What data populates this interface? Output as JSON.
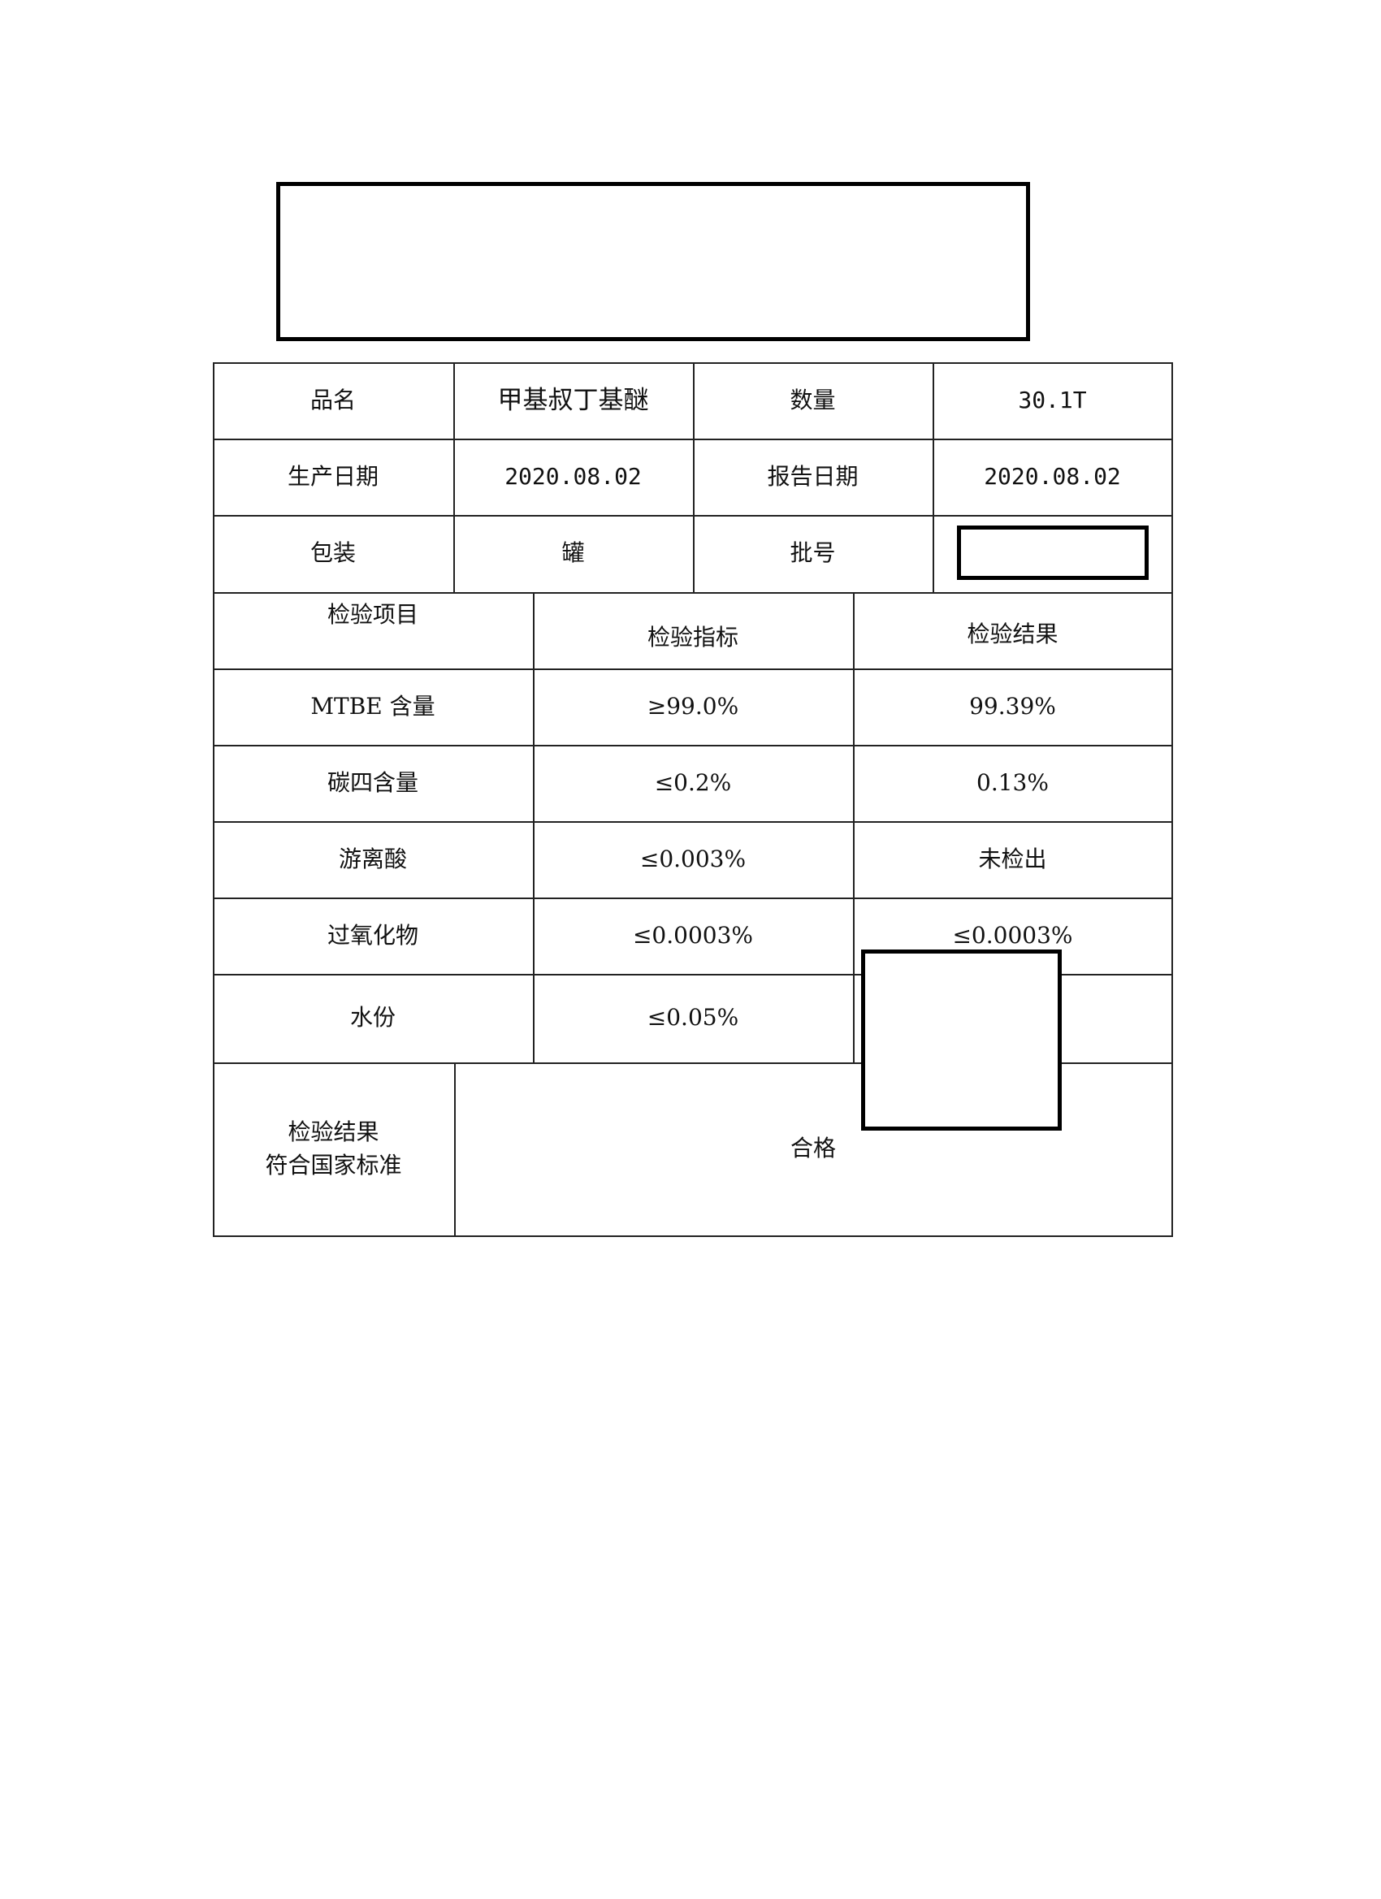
{
  "header": {
    "product_label": "品名",
    "product_value": "甲基叔丁基醚",
    "quantity_label": "数量",
    "quantity_value": "30.1T",
    "production_date_label": "生产日期",
    "production_date_value": "2020.08.02",
    "report_date_label": "报告日期",
    "report_date_value": "2020.08.02",
    "packaging_label": "包装",
    "packaging_value": "罐",
    "batch_label": "批号"
  },
  "tests": {
    "columns": [
      "检验项目",
      "检验指标",
      "检验结果"
    ],
    "rows": [
      {
        "item": "MTBE 含量",
        "spec": "≥99.0%",
        "result": "99.39%"
      },
      {
        "item": "碳四含量",
        "spec": "≤0.2%",
        "result": "0.13%"
      },
      {
        "item": "游离酸",
        "spec": "≤0.003%",
        "result": "未检出"
      },
      {
        "item": "过氧化物",
        "spec": "≤0.0003%",
        "result": "≤0.0003%"
      },
      {
        "item": "水份",
        "spec": "≤0.05%",
        "result": ""
      }
    ]
  },
  "conclusion": {
    "label_line1": "检验结果",
    "label_line2": "符合国家标准",
    "value": "合格"
  }
}
